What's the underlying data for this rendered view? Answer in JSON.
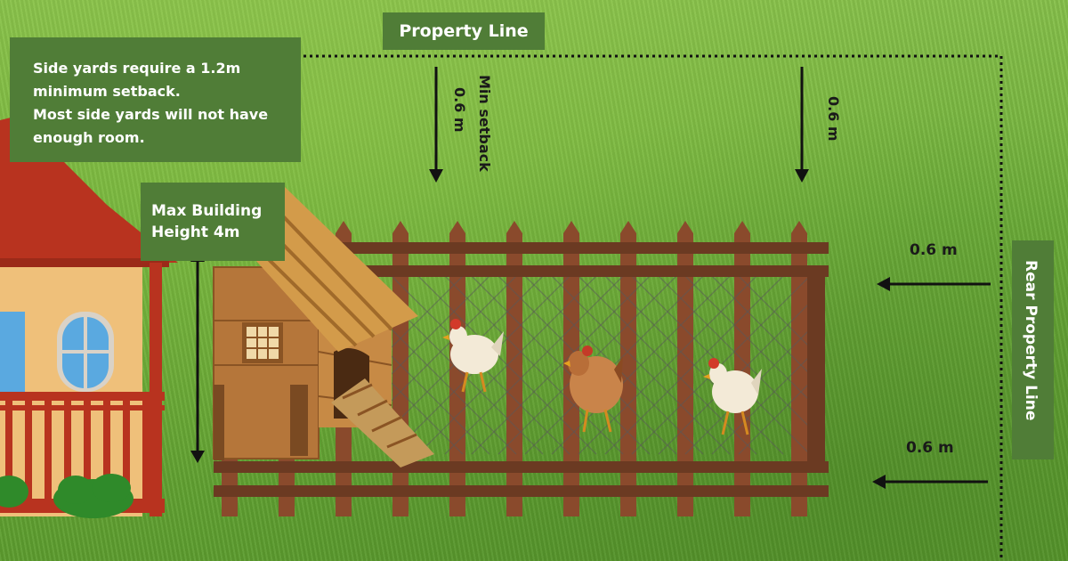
{
  "labels": {
    "property_line": "Property Line",
    "side_yard_note": [
      "Side yards require a 1.2m",
      "minimum setback.",
      "Most side yards will not have",
      "enough room."
    ],
    "max_height": [
      "Max Building",
      "Height 4m"
    ],
    "rear_property_line": "Rear Property Line",
    "min_setback": "Min  setback",
    "setback_front_a": "0.6 m",
    "setback_front_b": "0.6 m",
    "setback_rear_top": "0.6 m",
    "setback_rear_bottom": "0.6 m"
  },
  "colors": {
    "label_bg": "#507d37",
    "fence_wood": "#7a4328",
    "grass": "#6fb03a",
    "house_wall": "#efc07a",
    "house_roof": "#b8331f",
    "coop_wood": "#b5763a"
  }
}
